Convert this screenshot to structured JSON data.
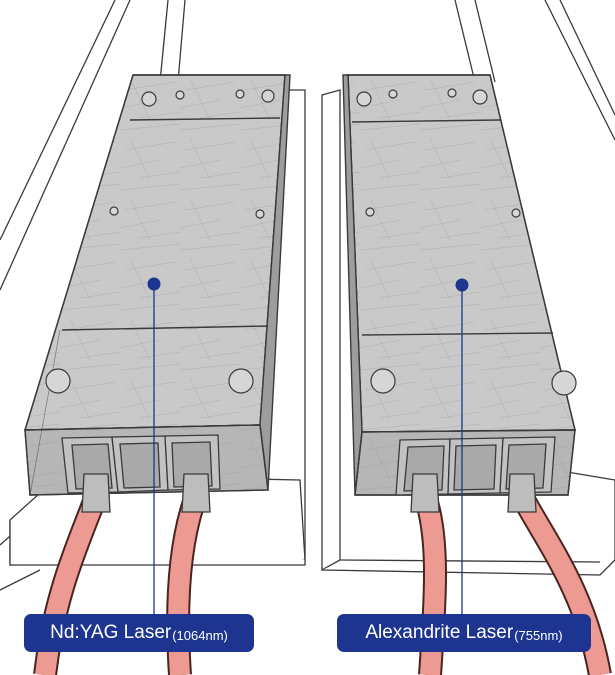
{
  "colors": {
    "label_bg": "#1d3590",
    "marker": "#1d3590",
    "metal_top": "#c8c8c8",
    "metal_front": "#b4b4b4",
    "metal_side": "#9c9c9c",
    "cable": "#e8958d",
    "cable_edge": "#4a2420",
    "outline": "#3a3a3a"
  },
  "lasers": [
    {
      "name": "Nd:YAG Laser",
      "wavelength": "(1064nm)"
    },
    {
      "name": "Alexandrite Laser",
      "wavelength": "(755nm)"
    }
  ]
}
